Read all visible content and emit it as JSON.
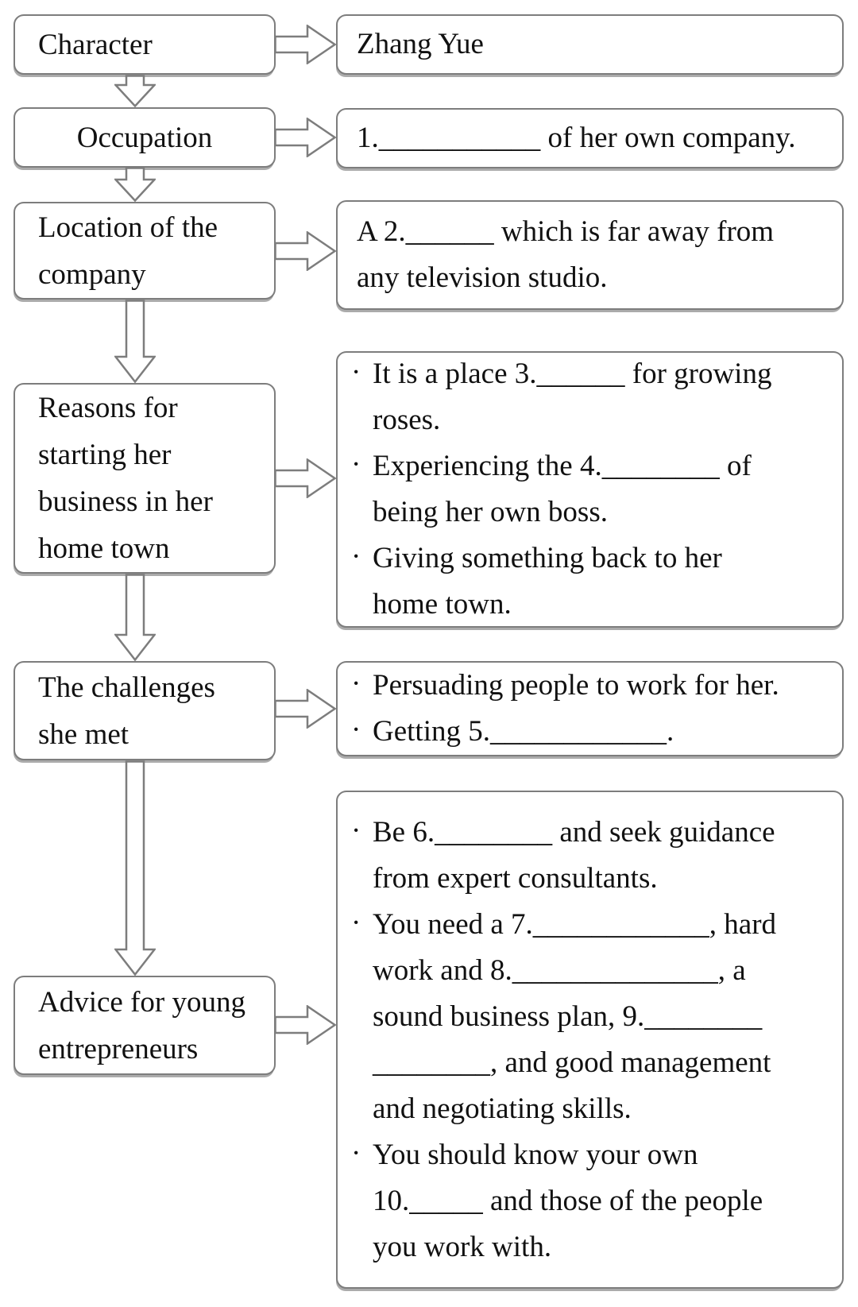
{
  "flowchart": {
    "bullet_char": "·",
    "colors": {
      "box_border": "#7d7d7d",
      "box_fill": "#ffffff",
      "text": "#111111",
      "background": "#ffffff"
    },
    "left_column": {
      "character": {
        "lines": [
          "Character"
        ]
      },
      "occupation": {
        "lines": [
          "Occupation"
        ]
      },
      "location": {
        "lines": [
          "Location of the",
          "company"
        ]
      },
      "reasons": {
        "lines": [
          "Reasons for",
          "starting her",
          "business in her",
          "home town"
        ]
      },
      "challenges": {
        "lines": [
          "The challenges",
          "she met"
        ]
      },
      "advice": {
        "lines": [
          "Advice for young",
          "entrepreneurs"
        ]
      }
    },
    "right_column": {
      "character_value": {
        "lines": [
          {
            "text": "Zhang Yue",
            "bullet": false
          }
        ]
      },
      "occupation_value": {
        "lines": [
          {
            "text": "1.___________ of her own company.",
            "bullet": false
          }
        ]
      },
      "location_value": {
        "lines": [
          {
            "text": "A 2.______ which is far away from",
            "bullet": false
          },
          {
            "text": "any television studio.",
            "bullet": false
          }
        ]
      },
      "reasons_value": {
        "lines": [
          {
            "text": "It is a place 3.______ for growing",
            "bullet": true
          },
          {
            "text": "roses.",
            "bullet": false
          },
          {
            "text": "Experiencing the 4.________ of",
            "bullet": true
          },
          {
            "text": "being her own boss.",
            "bullet": false
          },
          {
            "text": "Giving something back to her",
            "bullet": true
          },
          {
            "text": "home town.",
            "bullet": false
          }
        ]
      },
      "challenges_value": {
        "lines": [
          {
            "text": "Persuading people to work for her.",
            "bullet": true
          },
          {
            "text": "Getting 5.____________.",
            "bullet": true
          }
        ]
      },
      "advice_value": {
        "lines": [
          {
            "text": "Be 6.________ and seek guidance",
            "bullet": true
          },
          {
            "text": "from expert consultants.",
            "bullet": false
          },
          {
            "text": "You need a 7.____________, hard",
            "bullet": true
          },
          {
            "text": "work and 8.______________, a",
            "bullet": false
          },
          {
            "text": "sound business plan, 9.________",
            "bullet": false
          },
          {
            "text": "________, and good management",
            "bullet": false
          },
          {
            "text": "and negotiating skills.",
            "bullet": false
          },
          {
            "text": "You should know your own",
            "bullet": true
          },
          {
            "text": "10._____ and those of the people",
            "bullet": false
          },
          {
            "text": "you work with.",
            "bullet": false
          }
        ]
      }
    }
  }
}
